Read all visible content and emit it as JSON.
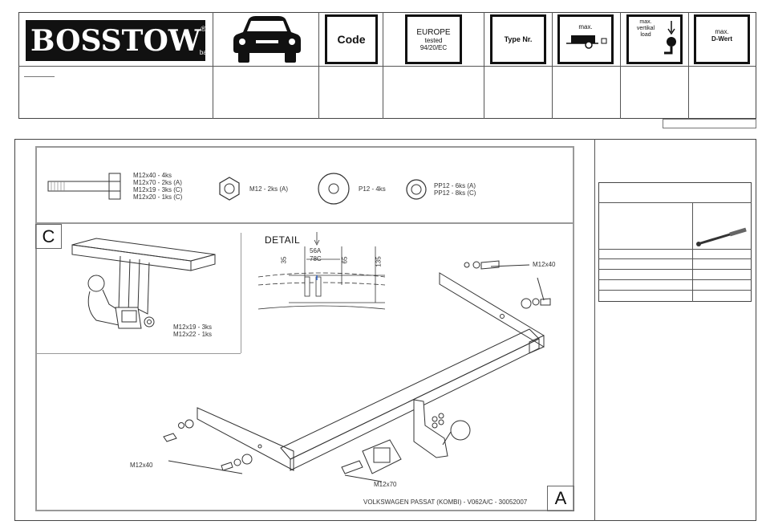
{
  "header": {
    "brand": {
      "name": "BOSSTOW",
      "reg": "®",
      "suffix": "bars"
    },
    "columns": [
      {
        "id": "car",
        "icon": "car-icon"
      },
      {
        "id": "code",
        "label": "Code"
      },
      {
        "id": "europe",
        "lines": [
          "EUROPE",
          "tested",
          "94/20/EC"
        ]
      },
      {
        "id": "type",
        "label": "Type Nr."
      },
      {
        "id": "max_trailer",
        "label": "max.",
        "icon": "trailer-icon"
      },
      {
        "id": "max_vertical",
        "lines": [
          "max.",
          "vertikal",
          "load"
        ],
        "icon": "towball-arrow-icon"
      },
      {
        "id": "dwert",
        "lines": [
          "max.",
          "D-Wert"
        ]
      }
    ]
  },
  "parts": {
    "bolt_lines": [
      "M12x40 - 4ks",
      "M12x70 - 2ks (A)",
      "M12x19 - 3ks (C)",
      "M12x20 - 1ks (C)"
    ],
    "nut": "M12 - 2ks (A)",
    "washer_large": "P12 - 4ks",
    "washer_small_lines": [
      "PP12 - 6ks (A)",
      "PP12 - 8ks (C)"
    ]
  },
  "detail_c": {
    "letter": "C",
    "bolt_lines": [
      "M12x19 - 3ks",
      "M12x22 - 1ks"
    ]
  },
  "detail": {
    "title": "DETAIL",
    "dims": [
      "35",
      "56A",
      "78C",
      "65",
      "135"
    ]
  },
  "main": {
    "labels": {
      "bolt_right": "M12x40",
      "bolt_left": "M12x40",
      "bolt_bottom": "M12x70"
    },
    "caption": "VOLKSWAGEN PASSAT (KOMBI) - V062A/C - 30052007",
    "letter": "A"
  },
  "colors": {
    "ink": "#111111",
    "line": "#444444",
    "fill_light": "#f4f4f4"
  }
}
